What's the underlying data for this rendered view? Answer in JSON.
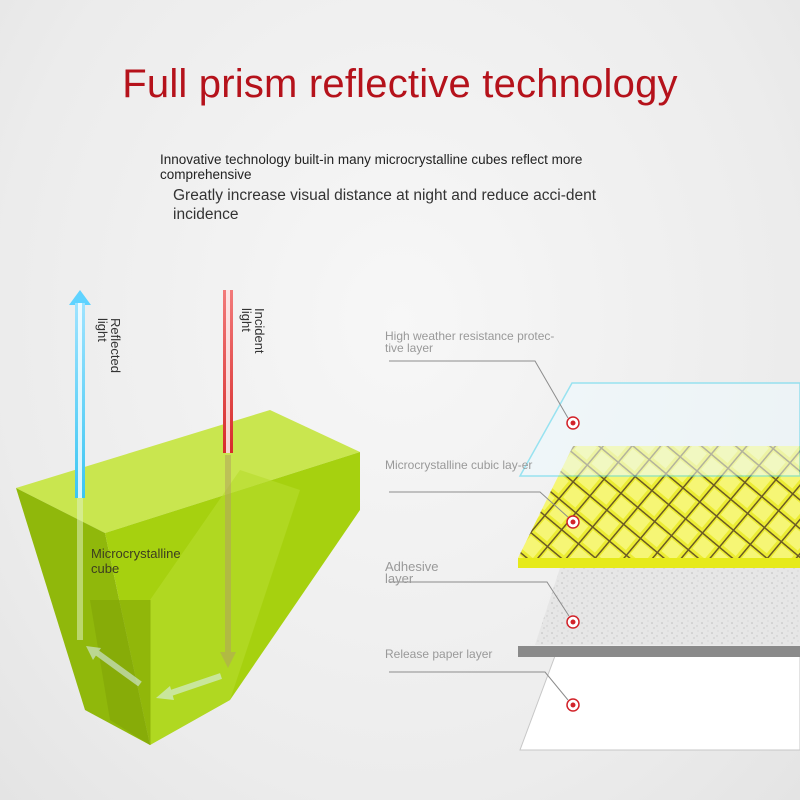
{
  "title": "Full prism reflective technology",
  "subtitle_line1": "Innovative technology built-in many microcrystalline cubes reflect more comprehensive",
  "subtitle_line2": "Greatly increase visual distance at night and reduce acci-dent incidence",
  "arrows": {
    "reflected": "Reflected light",
    "incident": "Incident light"
  },
  "cube_label": "Microcrystalline cube",
  "layers": [
    {
      "label": "High weather resistance protec-tive layer"
    },
    {
      "label": "Microcrystalline cubic lay-er"
    },
    {
      "label": "Adhesive layer"
    },
    {
      "label": "Release paper layer"
    }
  ],
  "colors": {
    "title": "#b5121b",
    "prism": "#a6d10f",
    "reflective_layer": "#f2f23a",
    "marker": "#d2232a"
  }
}
